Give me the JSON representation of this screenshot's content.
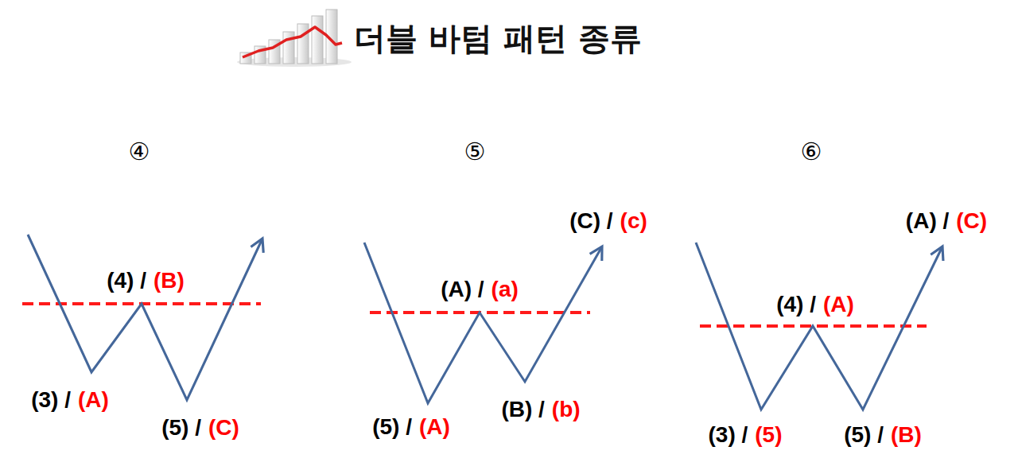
{
  "diagram": {
    "title": "더블 바텀 패턴 종류",
    "labels": [
      "④",
      "(4) /",
      "(B)",
      "(3) /",
      "(A)",
      "(5) /",
      "(C)",
      "⑤",
      "(C) /",
      "(c)",
      "(A) /",
      "(a)",
      "(5) /",
      "(A)",
      "(B) /",
      "(b)",
      "⑥",
      "(A) /",
      "(C)",
      "(4) /",
      "(A)",
      "(3) /",
      "(5)",
      "(5) /",
      "(B)"
    ]
  }
}
